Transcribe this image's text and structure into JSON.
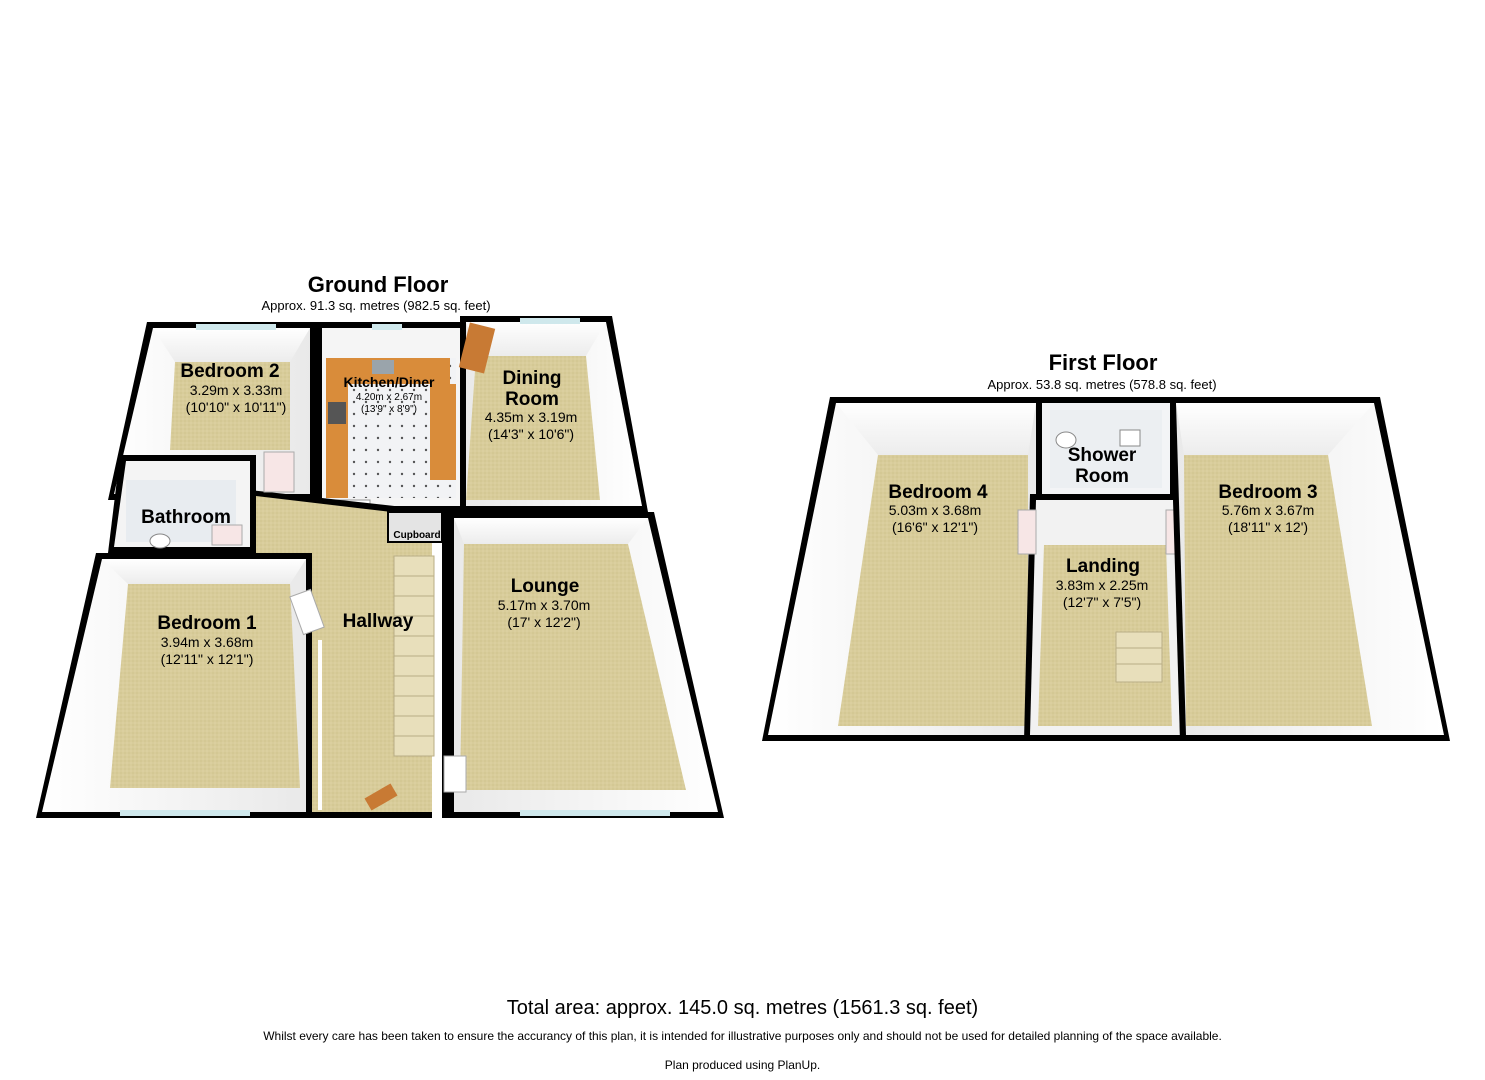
{
  "ground_floor": {
    "title": "Ground Floor",
    "area": "Approx. 91.3 sq. metres (982.5 sq. feet)",
    "rooms": {
      "bedroom2": {
        "name": "Bedroom 2",
        "metric": "3.29m x 3.33m",
        "imperial": "(10'10\" x 10'11\")"
      },
      "kitchen": {
        "name": "Kitchen/Diner",
        "metric": "4.20m x 2.67m",
        "imperial": "(13'9\" x 8'9\")"
      },
      "dining": {
        "name_line1": "Dining",
        "name_line2": "Room",
        "metric": "4.35m x 3.19m",
        "imperial": "(14'3\" x 10'6\")"
      },
      "bathroom": {
        "name": "Bathroom"
      },
      "cupboard": {
        "name": "Cupboard"
      },
      "bedroom1": {
        "name": "Bedroom 1",
        "metric": "3.94m x 3.68m",
        "imperial": "(12'11\" x 12'1\")"
      },
      "hallway": {
        "name": "Hallway"
      },
      "lounge": {
        "name": "Lounge",
        "metric": "5.17m x 3.70m",
        "imperial": "(17' x 12'2\")"
      }
    }
  },
  "first_floor": {
    "title": "First Floor",
    "area": "Approx. 53.8 sq. metres (578.8 sq. feet)",
    "rooms": {
      "bedroom4": {
        "name": "Bedroom 4",
        "metric": "5.03m x 3.68m",
        "imperial": "(16'6\" x 12'1\")"
      },
      "shower": {
        "name_line1": "Shower",
        "name_line2": "Room"
      },
      "bedroom3": {
        "name": "Bedroom 3",
        "metric": "5.76m x 3.67m",
        "imperial": "(18'11\" x 12')"
      },
      "landing": {
        "name": "Landing",
        "metric": "3.83m x 2.25m",
        "imperial": "(12'7\" x 7'5\")"
      }
    }
  },
  "footer": {
    "total": "Total area: approx. 145.0 sq. metres (1561.3 sq. feet)",
    "disclaimer": "Whilst every care has been taken to ensure the accurancy of this plan, it is intended for illustrative purposes only and should not be used for detailed planning of the space available.",
    "producer": "Plan produced using PlanUp."
  },
  "colors": {
    "wall": "#000000",
    "floor": "#d8cc9a",
    "wall_face": "#ffffff",
    "worktop": "#d98c3a",
    "tile": "#eef0f2",
    "glass": "#cfe8ec"
  }
}
